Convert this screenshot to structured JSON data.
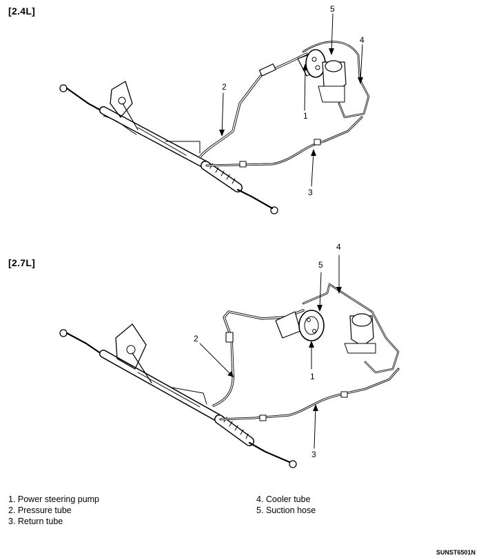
{
  "sections": [
    {
      "label": "[2.4L]",
      "callouts": [
        "1",
        "2",
        "3",
        "4",
        "5"
      ]
    },
    {
      "label": "[2.7L]",
      "callouts": [
        "1",
        "2",
        "3",
        "4",
        "5"
      ]
    }
  ],
  "legend": {
    "left": [
      "1. Power steering pump",
      "2. Pressure tube",
      "3. Return tube"
    ],
    "right": [
      "4. Cooler tube",
      "5. Suction hose"
    ]
  },
  "figure_code": "SUNST6501N"
}
